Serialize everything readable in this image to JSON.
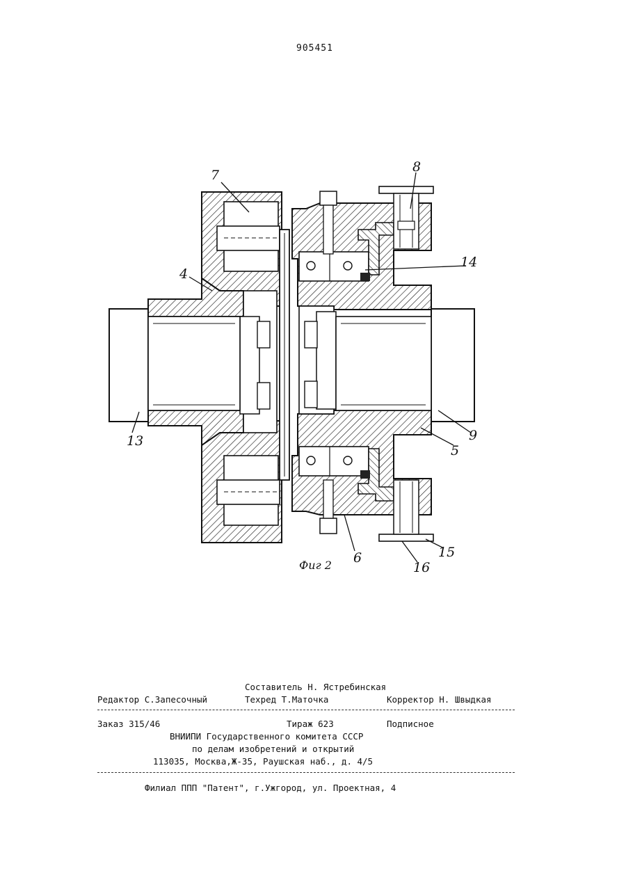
{
  "header": {
    "patent_number": "905451"
  },
  "figure": {
    "caption": "Фиг 2",
    "callouts": [
      "7",
      "8",
      "4",
      "14",
      "13",
      "9",
      "5",
      "6",
      "15",
      "16"
    ]
  },
  "imprint": {
    "composer": "Составитель Н. Ястребинская",
    "editor": "Редактор С.Запесочный",
    "tech_editor": "Техред Т.Маточка",
    "proofreader": "Корректор Н. Швыдкая",
    "order": "Заказ 315/46",
    "circulation": "Тираж 623",
    "subscription": "Подписное",
    "org_line1": "ВНИИПИ Государственного комитета СССР",
    "org_line2": "по делам изобретений и открытий",
    "address": "113035, Москва,Ж-35, Раушская наб., д. 4/5",
    "branch": "Филиал ППП \"Патент\", г.Ужгород, ул. Проектная, 4"
  }
}
